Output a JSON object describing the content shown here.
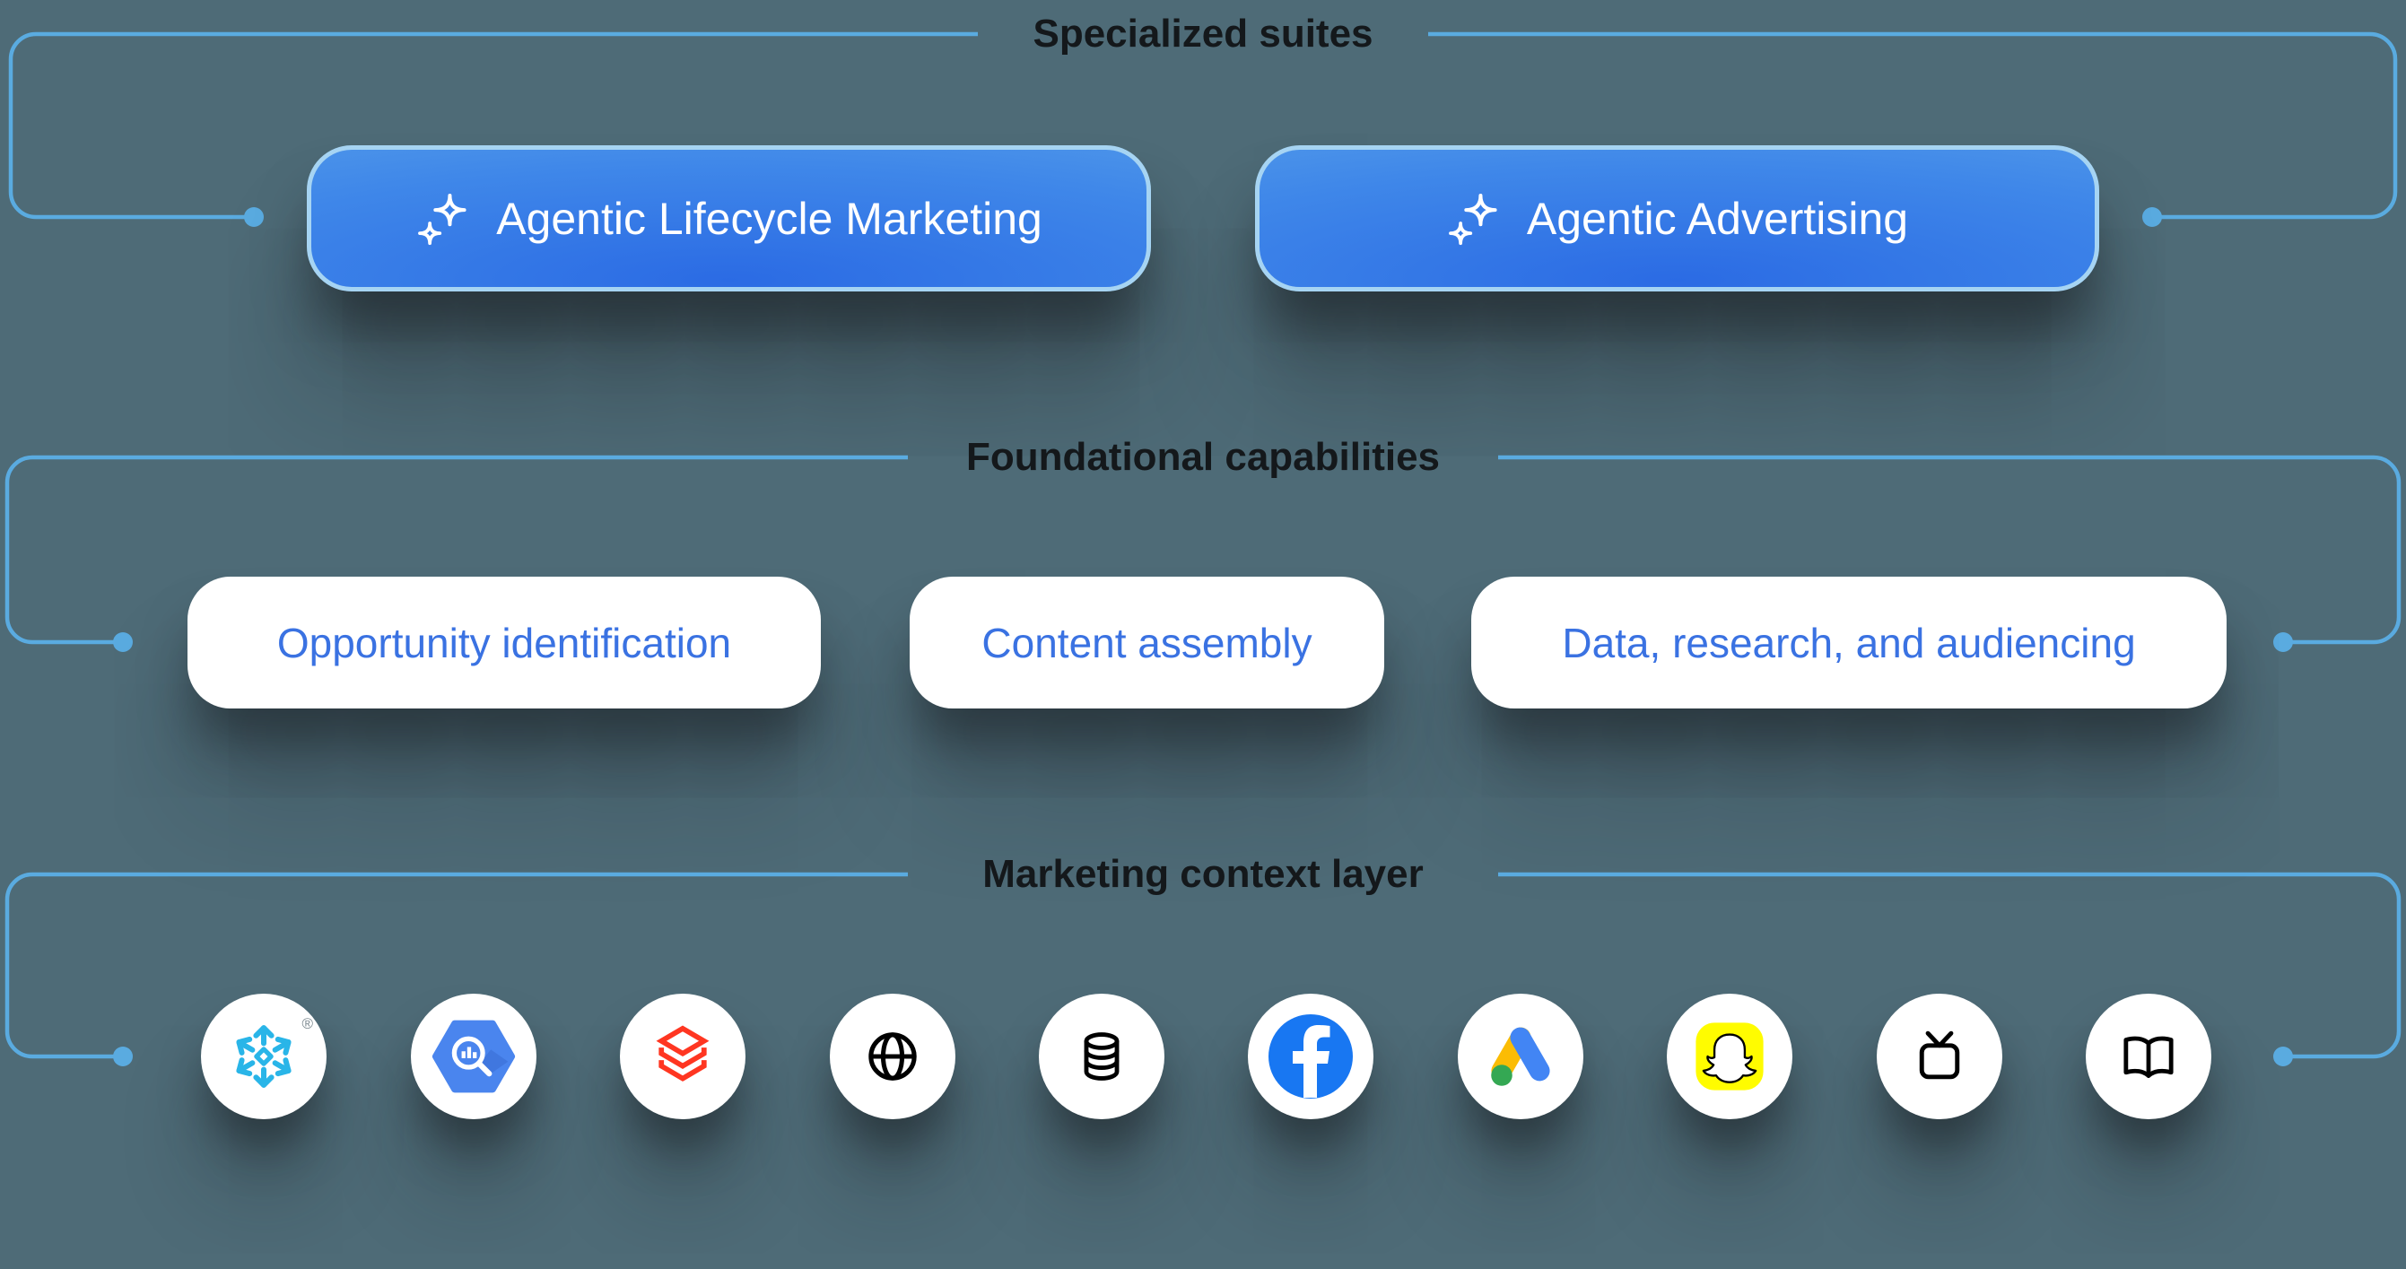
{
  "sections": {
    "specialized_suites": {
      "title": "Specialized suites",
      "buttons": [
        {
          "label": "Agentic Lifecycle Marketing",
          "icon": "sparkles-icon"
        },
        {
          "label": "Agentic Advertising",
          "icon": "sparkles-icon"
        }
      ]
    },
    "foundational_capabilities": {
      "title": "Foundational capabilities",
      "pills": [
        {
          "label": "Opportunity identification"
        },
        {
          "label": "Content assembly"
        },
        {
          "label": "Data, research, and audiencing"
        }
      ]
    },
    "marketing_context": {
      "title": "Marketing context layer",
      "snowflake_registered_mark": "®",
      "icons": [
        {
          "name": "snowflake-icon"
        },
        {
          "name": "google-bigquery-icon"
        },
        {
          "name": "databricks-icon"
        },
        {
          "name": "globe-icon"
        },
        {
          "name": "database-icon"
        },
        {
          "name": "facebook-icon"
        },
        {
          "name": "google-ads-icon"
        },
        {
          "name": "snapchat-icon"
        },
        {
          "name": "tv-icon"
        },
        {
          "name": "open-book-icon"
        }
      ]
    }
  },
  "colors": {
    "background": "#4E6B77",
    "bracket_line": "#5AABE0",
    "section_title_text": "#14181B",
    "suite_button_gradient": [
      "#2B6BE4",
      "#3F87E9",
      "#5CA4EA"
    ],
    "suite_button_border": "#A6D4F3",
    "suite_button_text": "#FFFFFF",
    "pill_background": "#FFFFFF",
    "pill_text": "#3A72E2",
    "snowflake_brand": "#29B5E8",
    "bigquery_brand": "#4A85EE",
    "databricks_brand": "#FF3621",
    "facebook_brand": "#1877F2",
    "google_ads_yellow": "#FBBC04",
    "google_ads_blue": "#4285F4",
    "google_ads_green": "#34A853",
    "snapchat_yellow": "#FFFC00",
    "mono_icon": "#000000"
  }
}
